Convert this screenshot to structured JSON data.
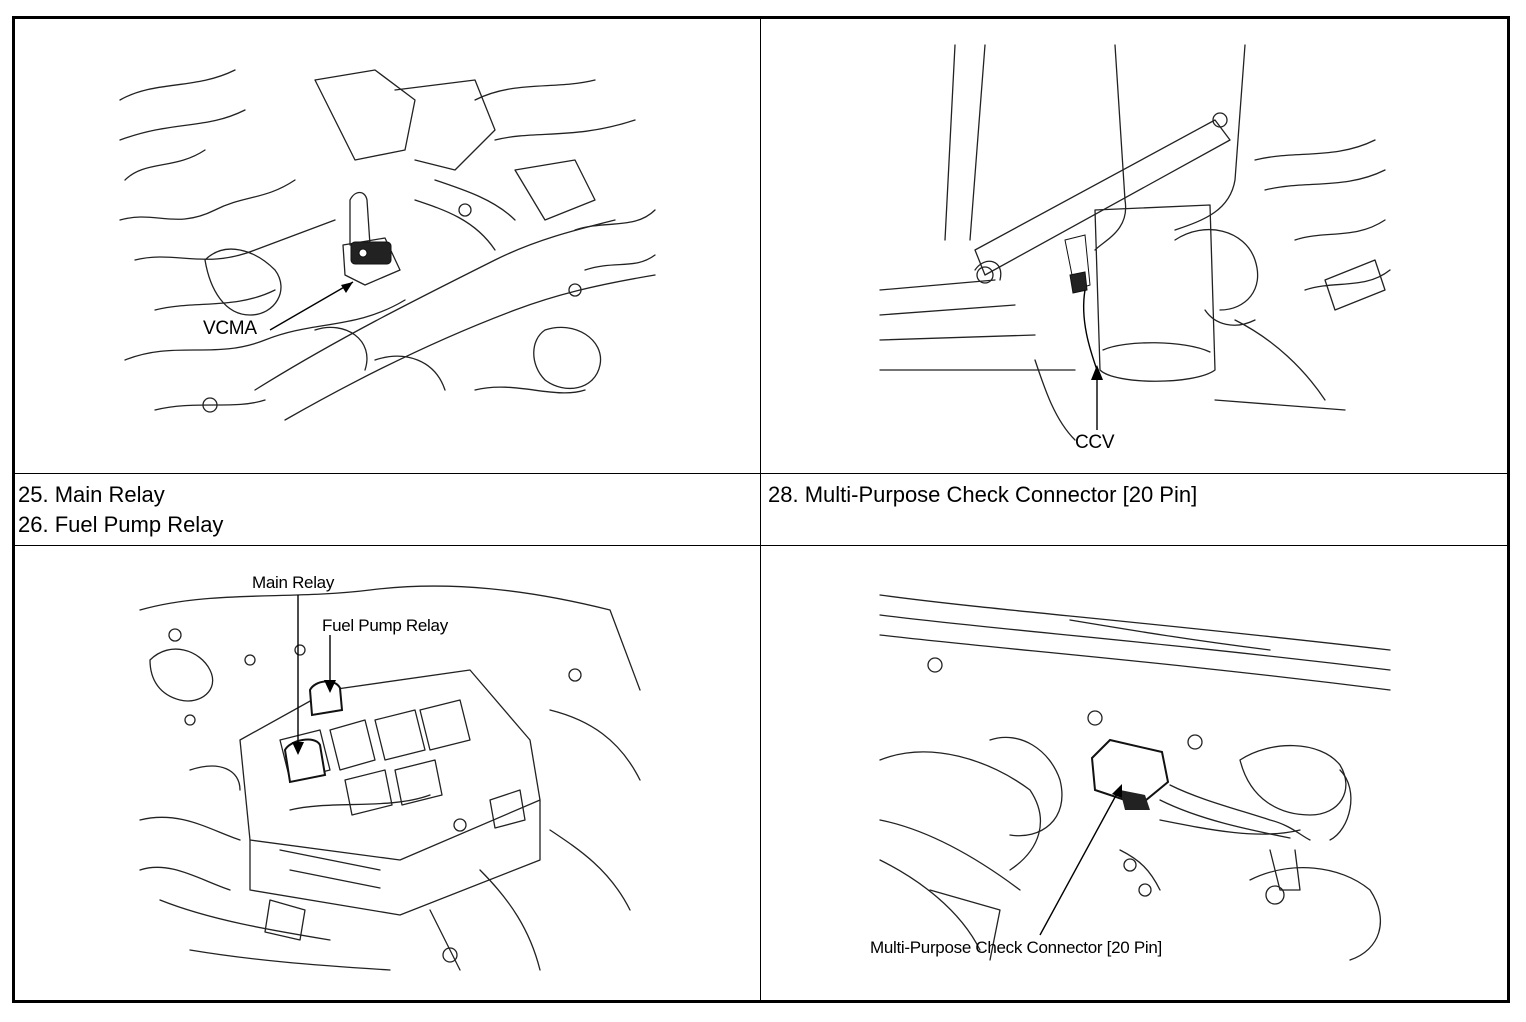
{
  "cells": {
    "vcma": {
      "label": "VCMA"
    },
    "ccv": {
      "label": "CCV"
    },
    "relay": {
      "main_label": "Main Relay",
      "fuel_label": "Fuel Pump Relay"
    },
    "connector": {
      "label": "Multi-Purpose Check Connector [20 Pin]"
    }
  },
  "captions": {
    "left": [
      "25. Main Relay",
      "26. Fuel Pump Relay"
    ],
    "right": [
      "28. Multi-Purpose Check Connector [20 Pin]"
    ]
  }
}
